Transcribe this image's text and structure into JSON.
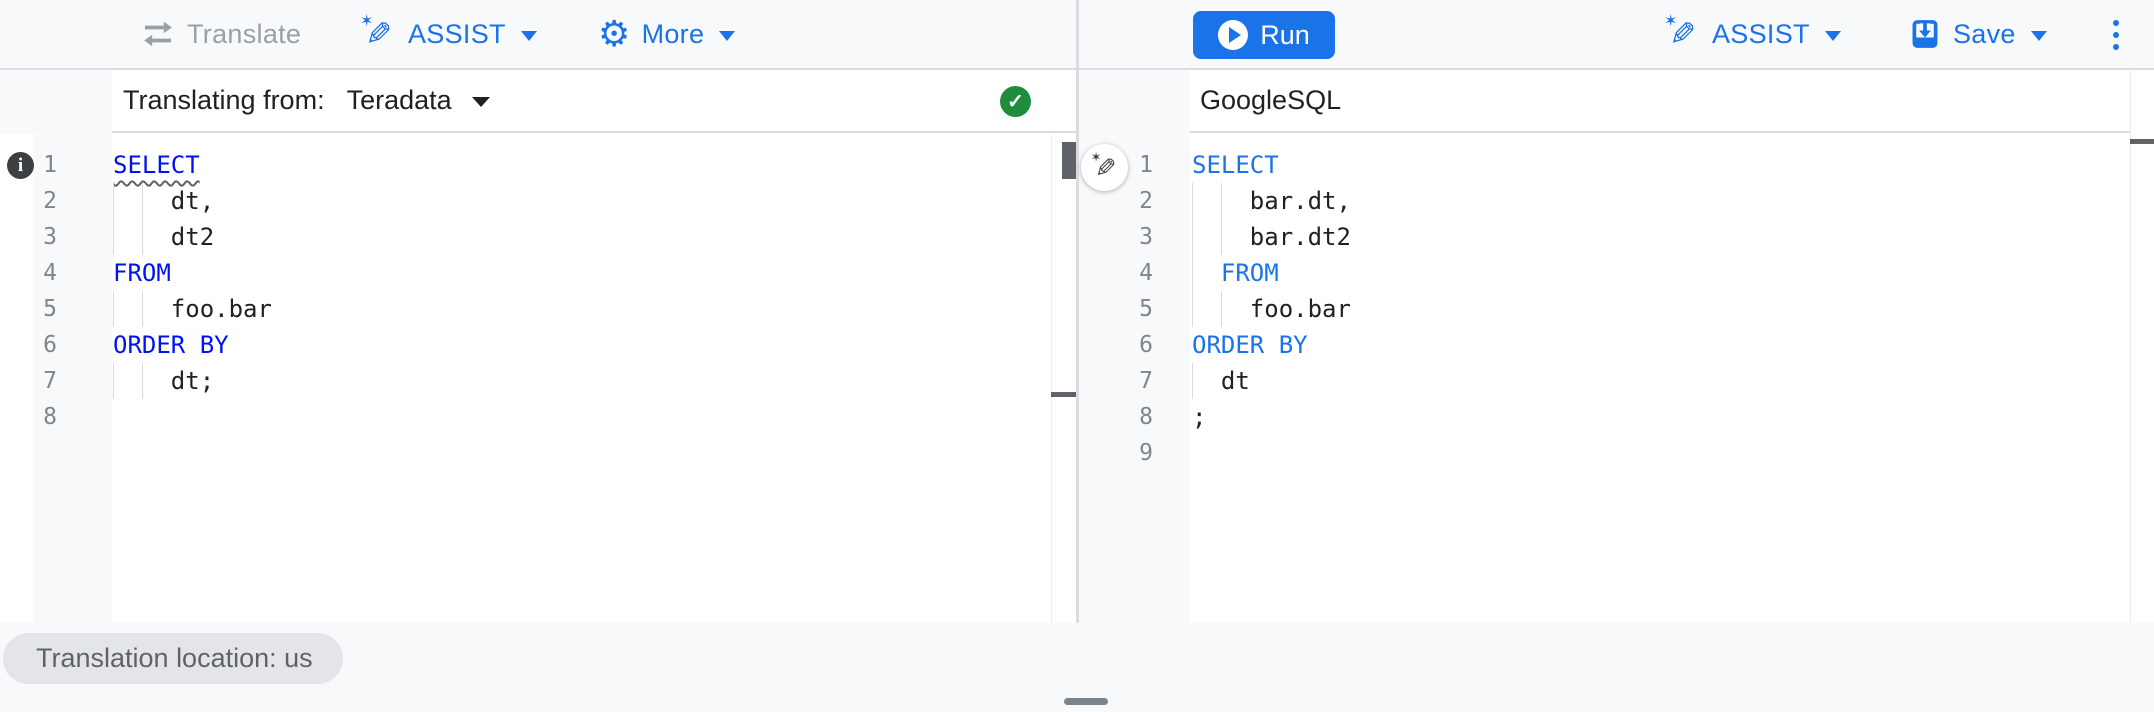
{
  "toolbar": {
    "translate_label": "Translate",
    "assist_label": "ASSIST",
    "more_label": "More",
    "run_label": "Run",
    "assist_right_label": "ASSIST",
    "save_label": "Save"
  },
  "left_panel": {
    "header_label": "Translating from:",
    "dialect_selected": "Teradata",
    "status_icon": "green-check",
    "lines": [
      {
        "num": "1",
        "guides": [],
        "tokens": [
          {
            "t": "SELECT",
            "c": "kw",
            "u": true
          }
        ]
      },
      {
        "num": "2",
        "guides": [
          0,
          2
        ],
        "tokens": [
          {
            "t": "    dt,"
          }
        ]
      },
      {
        "num": "3",
        "guides": [
          0,
          2
        ],
        "tokens": [
          {
            "t": "    dt2"
          }
        ]
      },
      {
        "num": "4",
        "guides": [],
        "tokens": [
          {
            "t": "FROM",
            "c": "kw"
          }
        ]
      },
      {
        "num": "5",
        "guides": [
          0,
          2
        ],
        "tokens": [
          {
            "t": "    foo.bar"
          }
        ]
      },
      {
        "num": "6",
        "guides": [],
        "tokens": [
          {
            "t": "ORDER BY",
            "c": "kw"
          }
        ]
      },
      {
        "num": "7",
        "guides": [
          0,
          2
        ],
        "tokens": [
          {
            "t": "    dt;"
          }
        ]
      },
      {
        "num": "8",
        "guides": [],
        "tokens": []
      }
    ]
  },
  "right_panel": {
    "header_label": "GoogleSQL",
    "lines": [
      {
        "num": "1",
        "guides": [],
        "tokens": [
          {
            "t": "SELECT",
            "c": "kw"
          }
        ]
      },
      {
        "num": "2",
        "guides": [
          0,
          2
        ],
        "tokens": [
          {
            "t": "    bar.dt,"
          }
        ]
      },
      {
        "num": "3",
        "guides": [
          0,
          2
        ],
        "tokens": [
          {
            "t": "    bar.dt2"
          }
        ]
      },
      {
        "num": "4",
        "guides": [
          0
        ],
        "tokens": [
          {
            "t": "  "
          },
          {
            "t": "FROM",
            "c": "kw"
          }
        ]
      },
      {
        "num": "5",
        "guides": [
          0,
          2
        ],
        "tokens": [
          {
            "t": "    foo.bar"
          }
        ]
      },
      {
        "num": "6",
        "guides": [],
        "tokens": [
          {
            "t": "ORDER BY",
            "c": "kw"
          }
        ]
      },
      {
        "num": "7",
        "guides": [
          0
        ],
        "tokens": [
          {
            "t": "  dt"
          }
        ]
      },
      {
        "num": "8",
        "guides": [],
        "tokens": [
          {
            "t": ";"
          }
        ]
      },
      {
        "num": "9",
        "guides": [],
        "tokens": []
      }
    ]
  },
  "footer": {
    "location_chip": "Translation location: us"
  },
  "colors": {
    "accent_blue": "#1a73e8",
    "keyword_left": "#0013ee",
    "keyword_right": "#1a73e8",
    "success_green": "#1e8e3e",
    "disabled_gray": "#9aa0a6",
    "gutter_bg": "#f8f9fa"
  }
}
